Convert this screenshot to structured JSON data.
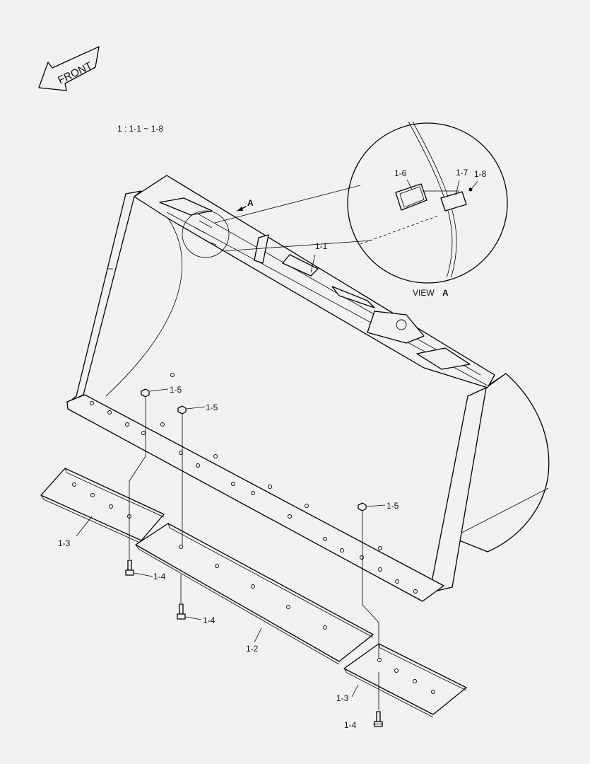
{
  "front_label": "FRONT",
  "assembly_note": "1 : 1-1 ~ 1-8",
  "view_marker": "A",
  "view_caption": {
    "prefix": "VIEW",
    "letter": "A"
  },
  "parts": {
    "bucket": "1-1",
    "cutting_edge_center": "1-2",
    "cutting_edge_side": "1-3",
    "bolt": "1-4",
    "nut": "1-5",
    "plate_6": "1-6",
    "plate_7": "1-7",
    "screw_8": "1-8"
  }
}
